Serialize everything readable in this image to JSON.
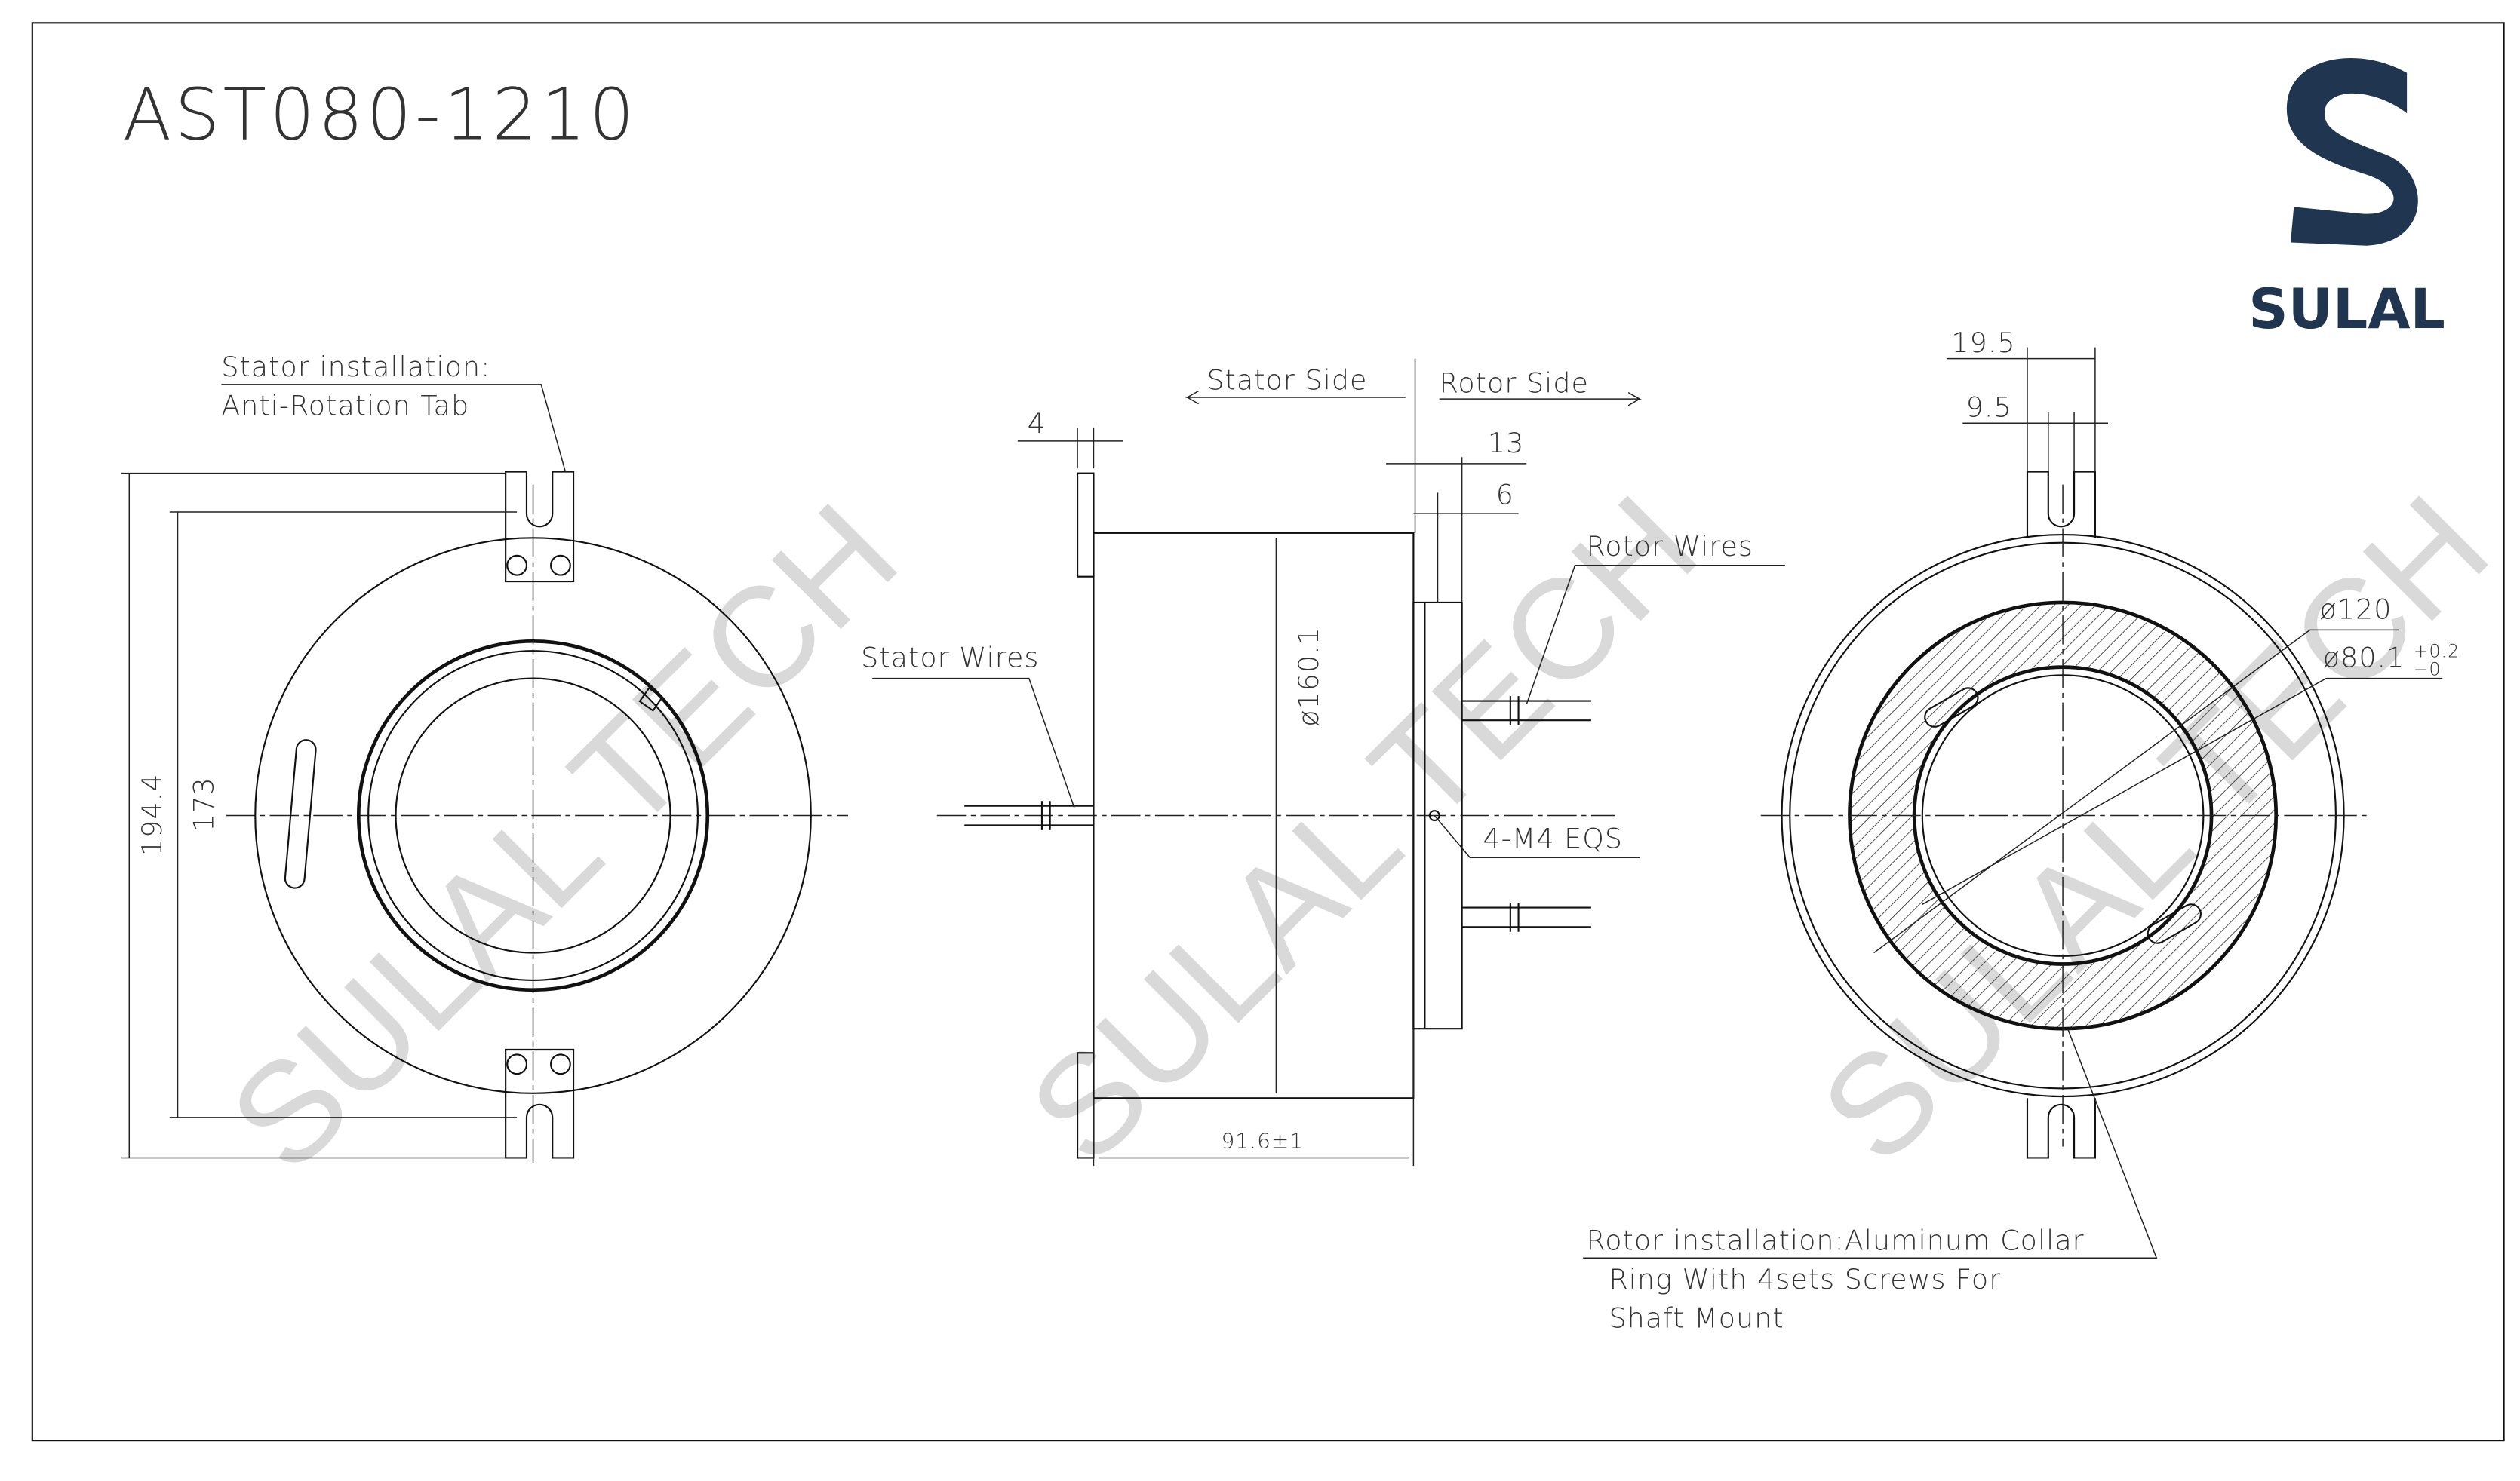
{
  "title": "AST080-1210",
  "logo": {
    "text": "SULAL",
    "color": "#1f3550"
  },
  "watermark": "SULAL TECH",
  "left_view": {
    "callout_line1": "Stator installation:",
    "callout_line2": "Anti-Rotation Tab",
    "dim_outer": "194.4",
    "dim_inner": "173"
  },
  "side_view": {
    "stator_side": "Stator Side",
    "rotor_side": "Rotor Side",
    "dim_flange": "4",
    "dim_13": "13",
    "dim_6": "6",
    "stator_wires": "Stator Wires",
    "rotor_wires": "Rotor Wires",
    "dia_body": "ø160.1",
    "mount_holes": "4-M4 EQS",
    "length": "91.6±1"
  },
  "right_view": {
    "dim_19_5": "19.5",
    "dim_9_5": "9.5",
    "dia_120": "ø120",
    "dia_bore": "ø80.1",
    "tol_plus": "+0.2",
    "tol_minus": "−0",
    "note_line1": "Rotor installation:Aluminum Collar",
    "note_line2": "Ring With 4sets Screws For",
    "note_line3": "Shaft Mount"
  }
}
